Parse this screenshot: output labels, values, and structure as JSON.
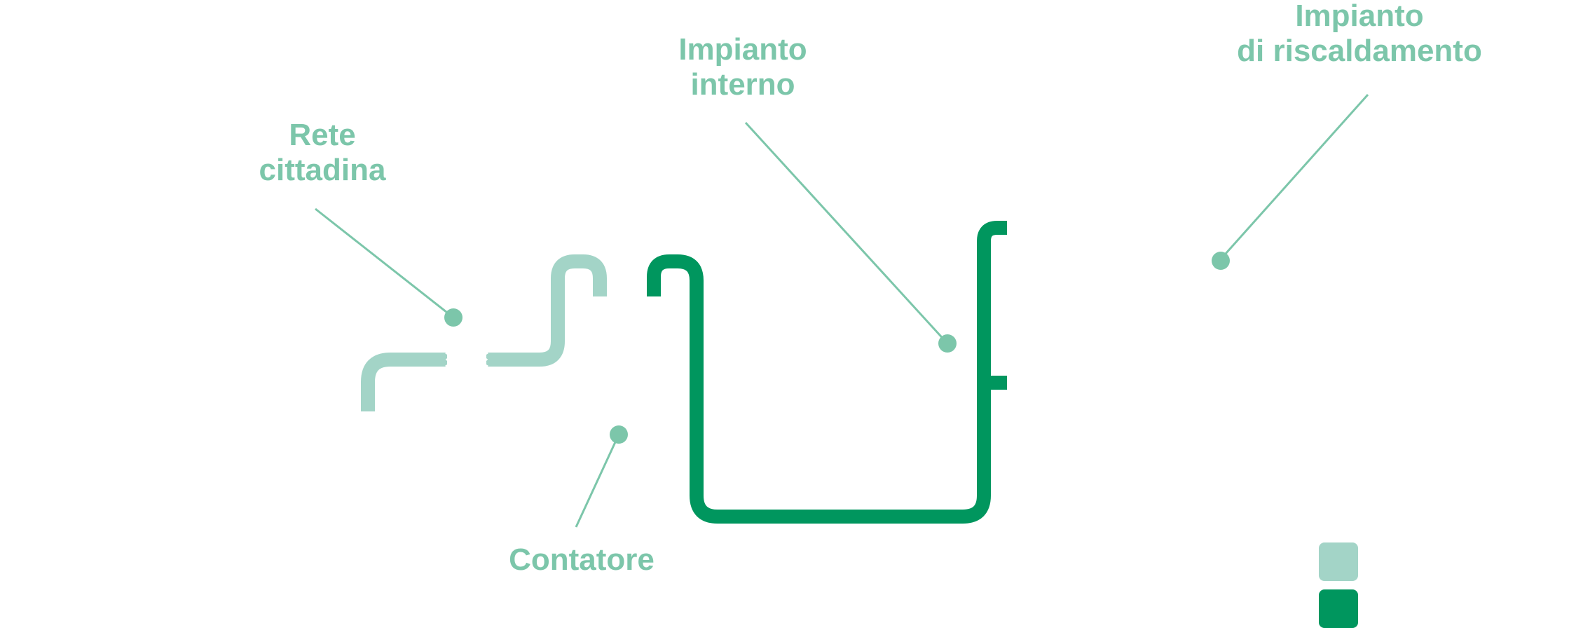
{
  "colors": {
    "label": "#7cc6aa",
    "leader": "#7cc6aa",
    "marker": "#7cc6aa",
    "pipe_light": "#a3d4c7",
    "pipe_dark": "#00965e",
    "background": "#ffffff"
  },
  "labels": {
    "rete_cittadina": [
      "Rete",
      "cittadina"
    ],
    "impianto_interno": [
      "Impianto",
      "interno"
    ],
    "impianto_riscaldamento": [
      "Impianto",
      "di riscaldamento"
    ],
    "contatore": [
      "Contatore"
    ]
  },
  "legend": {
    "swatches": [
      {
        "color": "#a3d4c7"
      },
      {
        "color": "#00965e"
      }
    ]
  }
}
